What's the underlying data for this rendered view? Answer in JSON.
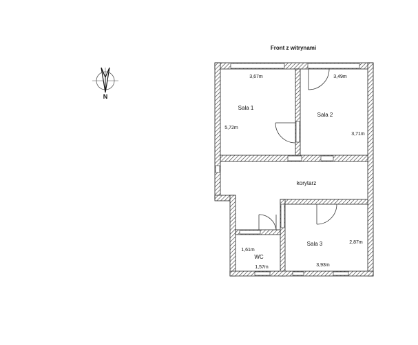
{
  "plan": {
    "title": "Front z witrynami",
    "compass_label": "N",
    "rooms": [
      {
        "name": "Sala 1",
        "width_label": "3,67m",
        "height_label": "5,72m"
      },
      {
        "name": "Sala 2",
        "width_label": "3,49m",
        "height_label": "3,71m"
      },
      {
        "name": "korytarz"
      },
      {
        "name": "Sala 3",
        "width_label": "3,93m",
        "height_label": "2,87m"
      },
      {
        "name": "WC",
        "width_label": "1,57m",
        "height_label": "1,61m"
      }
    ]
  }
}
